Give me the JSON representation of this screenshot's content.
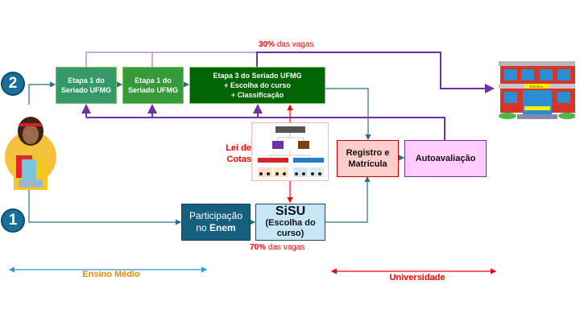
{
  "steps": {
    "two": "2",
    "one": "1"
  },
  "seriado": {
    "etapa1a": "Etapa 1 do Seriado UFMG",
    "etapa1b": "Etapa 1 do Seriado UFMG",
    "etapa3_line1": "Etapa 3 do Seriado UFMG",
    "etapa3_line2": "+ Escolha do curso",
    "etapa3_line3": "+ Classificação"
  },
  "vagas_30": {
    "pct": "30%",
    "text": " das vagas"
  },
  "vagas_70": {
    "pct": "70%",
    "text": " das vagas"
  },
  "lei_cotas": "Lei de Cotas",
  "enem": {
    "line1": "Participação",
    "line2_a": "no ",
    "line2_b": "Enem"
  },
  "sisu": {
    "title": "SiSU",
    "sub": "(Escolha do curso)"
  },
  "registro": "Registro e Matrícula",
  "autoavaliacao": "Autoavaliação",
  "building_sign": "ESCOLA",
  "phases": {
    "ensino_medio": "Ensino Médio",
    "universidade": "Universidade"
  },
  "colors": {
    "purple": "#7030a0",
    "light_purple": "#b48fd0",
    "teal": "#2e6f8e",
    "red": "#ff0000",
    "orange": "#f08c00"
  }
}
